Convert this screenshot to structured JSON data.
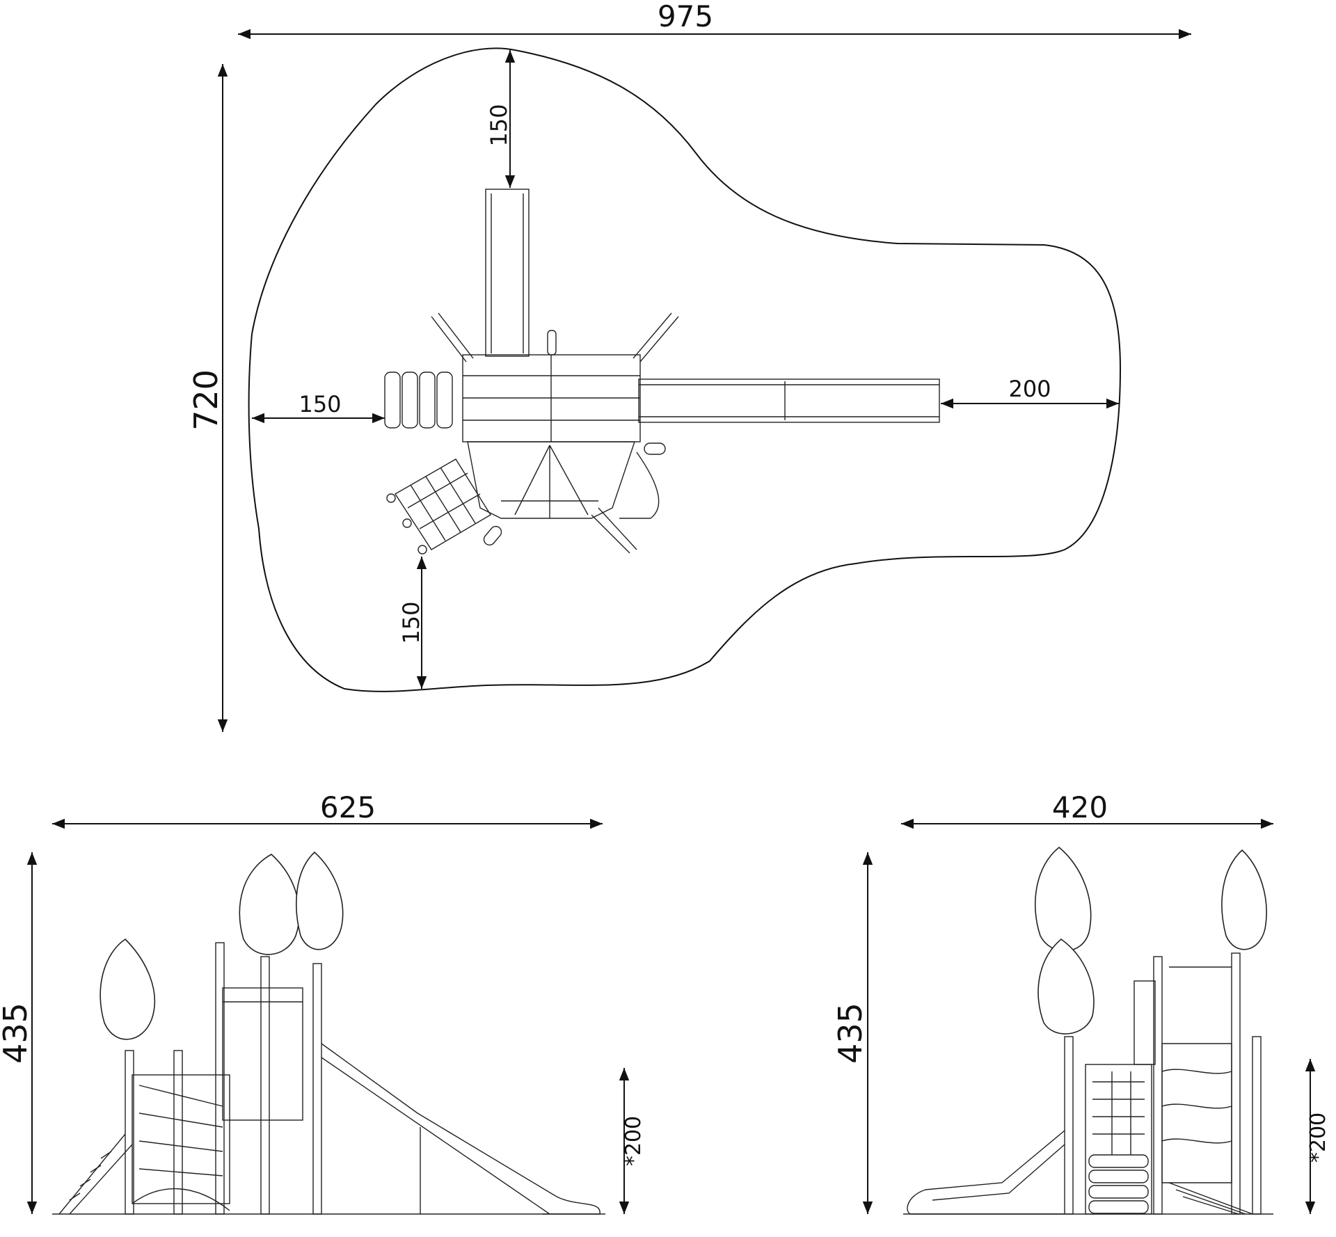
{
  "plan_view": {
    "overall_width": "975",
    "overall_depth": "720",
    "clearance_top": "150",
    "clearance_left": "150",
    "clearance_bottom": "150",
    "clearance_right": "200"
  },
  "front_view": {
    "width": "625",
    "height": "435",
    "fall_height": "*200"
  },
  "side_view": {
    "width": "420",
    "height": "435",
    "fall_height": "*200"
  }
}
